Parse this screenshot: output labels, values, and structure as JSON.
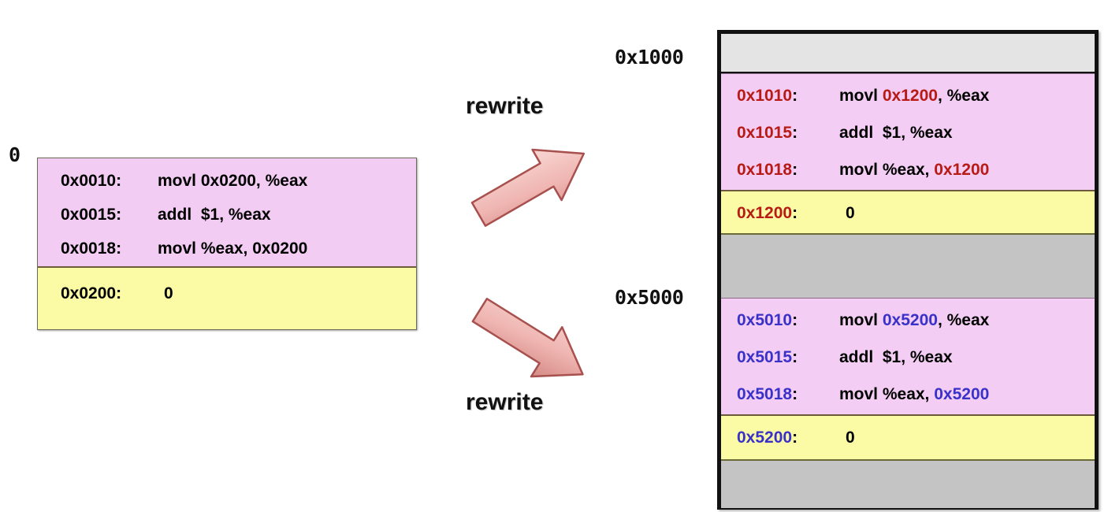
{
  "origin": {
    "label": "0"
  },
  "single_space": {
    "code_rows": [
      {
        "addr": "0x0010:",
        "text": "movl 0x0200, %eax"
      },
      {
        "addr": "0x0015:",
        "text": "addl  $1, %eax"
      },
      {
        "addr": "0x0018:",
        "text": "movl %eax, 0x0200"
      }
    ],
    "data_row": {
      "addr": "0x0200:",
      "value": "0"
    }
  },
  "arrows": {
    "top_label": "rewrite",
    "bottom_label": "rewrite"
  },
  "randomized": {
    "ticks": {
      "first": "0x1000",
      "second": "0x5000"
    },
    "region_one": {
      "color": "#b81a15",
      "code_rows": [
        {
          "addr": "0x1010",
          "colon": ":",
          "pre": "movl ",
          "op": "0x1200",
          "post": ", %eax"
        },
        {
          "addr": "0x1015",
          "colon": ":",
          "pre": "addl  $1, %eax",
          "op": "",
          "post": ""
        },
        {
          "addr": "0x1018",
          "colon": ":",
          "pre": "movl %eax, ",
          "op": "0x1200",
          "post": ""
        }
      ],
      "data_row": {
        "addr": "0x1200",
        "colon": ":",
        "value": "0"
      }
    },
    "region_two": {
      "color": "#3a32c8",
      "code_rows": [
        {
          "addr": "0x5010",
          "colon": ":",
          "pre": "movl ",
          "op": "0x5200",
          "post": ", %eax"
        },
        {
          "addr": "0x5015",
          "colon": ":",
          "pre": "addl  $1, %eax",
          "op": "",
          "post": ""
        },
        {
          "addr": "0x5018",
          "colon": ":",
          "pre": "movl %eax, ",
          "op": "0x5200",
          "post": ""
        }
      ],
      "data_row": {
        "addr": "0x5200",
        "colon": ":",
        "value": "0"
      }
    }
  },
  "colors": {
    "code_region": "#f2ccf2",
    "data_region": "#fbfba5",
    "memory_gap": "#c4c4c4",
    "memory_gap_light": "#e4e4e4",
    "arrow_fill": "#eba9a6",
    "arrow_stroke": "#a8504d",
    "red_address": "#b81a15",
    "blue_address": "#3a32c8"
  }
}
